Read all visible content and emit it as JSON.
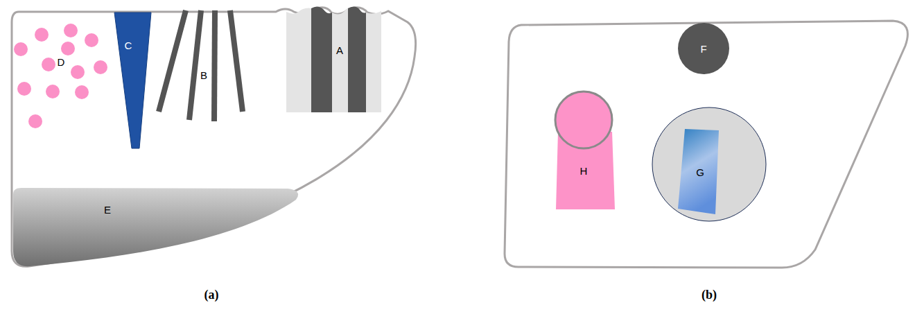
{
  "diagram": {
    "nodes": [
      {
        "text": [
          "C"
        ]
      },
      {
        "text": [
          "A"
        ]
      },
      {
        "text": [
          "E"
        ]
      },
      {
        "text": [
          "F"
        ]
      },
      {
        "text": [
          "H"
        ]
      },
      {
        "text": [
          "G"
        ]
      }
    ],
    "labels": [
      "D",
      "B",
      "(a)",
      "(b)"
    ]
  }
}
